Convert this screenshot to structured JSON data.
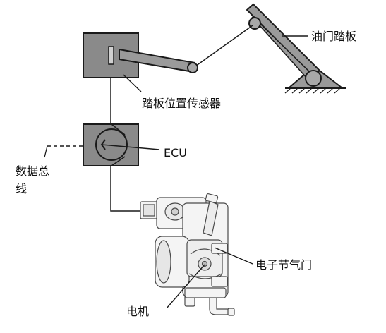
{
  "labels": {
    "throttle_pedal": "油门踏板",
    "pedal_position_sensor": "踏板位置传感器",
    "ecu": "ECU",
    "data_bus_line1": "数据总",
    "data_bus_line2": "线",
    "electronic_throttle": "电子节气门",
    "motor": "电机"
  },
  "colors": {
    "box_fill": "#8a8a8a",
    "arm_fill": "#9a9a9a",
    "ground_fill": "#b9b9b9",
    "line": "#1a1a1a"
  }
}
